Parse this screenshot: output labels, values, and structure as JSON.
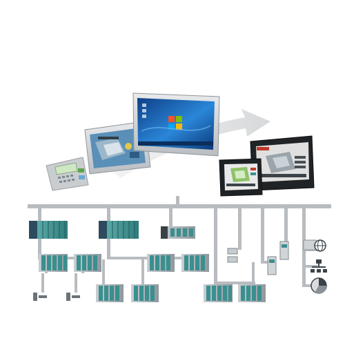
{
  "scene": {
    "hmi_devices": [
      {
        "name": "text-display-panel",
        "screen_color": "#cfe8c4"
      },
      {
        "name": "touch-panel-12in",
        "screen_color": "#5a8fb8"
      },
      {
        "name": "industrial-pc-widescreen",
        "screen_color": "#1f6fc8"
      },
      {
        "name": "mobile-panel-black-small",
        "screen_color": "#e9e9e9"
      },
      {
        "name": "mobile-panel-black-large",
        "screen_color": "#e0e0e0"
      }
    ],
    "network": {
      "bus_color": "#b8bcc0",
      "plc_racks": 3,
      "io_stations": 8,
      "field_devices": [
        "sensor-icon",
        "drive-icon",
        "globe-icon",
        "network-tree-icon",
        "pie-chart-icon"
      ]
    },
    "colors": {
      "module_teal": "#3a8f8f",
      "module_grey": "#9aa3a8",
      "dark_grey": "#3b4247",
      "arrow_grey": "#d8dadc"
    }
  }
}
